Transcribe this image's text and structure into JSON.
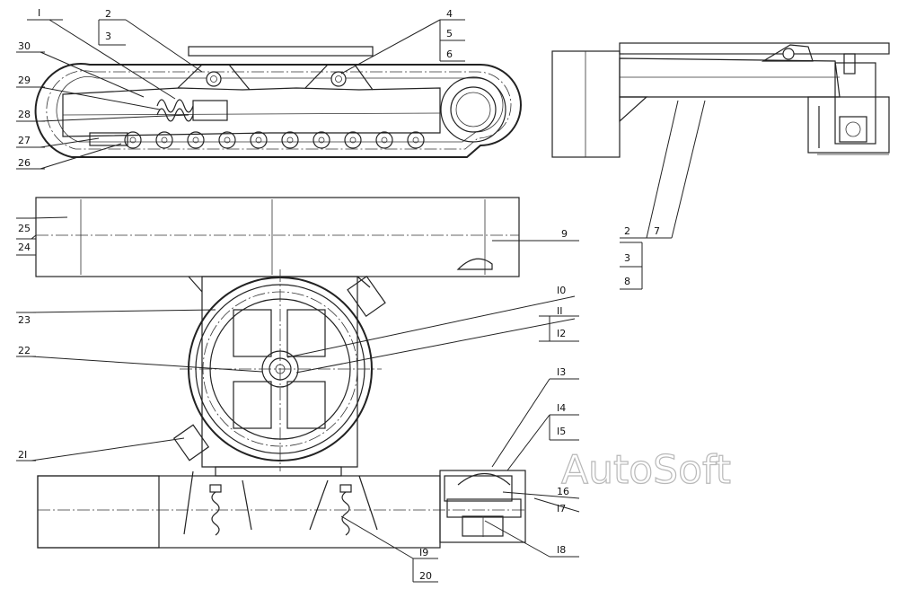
{
  "labels": {
    "l1": "I",
    "l2": "2",
    "l3": "3",
    "l4": "4",
    "l5": "5",
    "l6": "6",
    "l30": "30",
    "l29": "29",
    "l28": "28",
    "l27": "27",
    "l26": "26",
    "r2": "2",
    "r7": "7",
    "r3": "3",
    "r8": "8",
    "l25": "25",
    "l24": "24",
    "l9": "9",
    "l10": "I0",
    "l11": "II",
    "l12": "I2",
    "l23": "23",
    "l22": "22",
    "l21": "2I",
    "l13": "I3",
    "l14": "I4",
    "l15": "I5",
    "l16": "16",
    "l17": "I7",
    "l18": "I8",
    "l19": "I9",
    "l20": "20"
  },
  "watermark": "AutoSoft"
}
